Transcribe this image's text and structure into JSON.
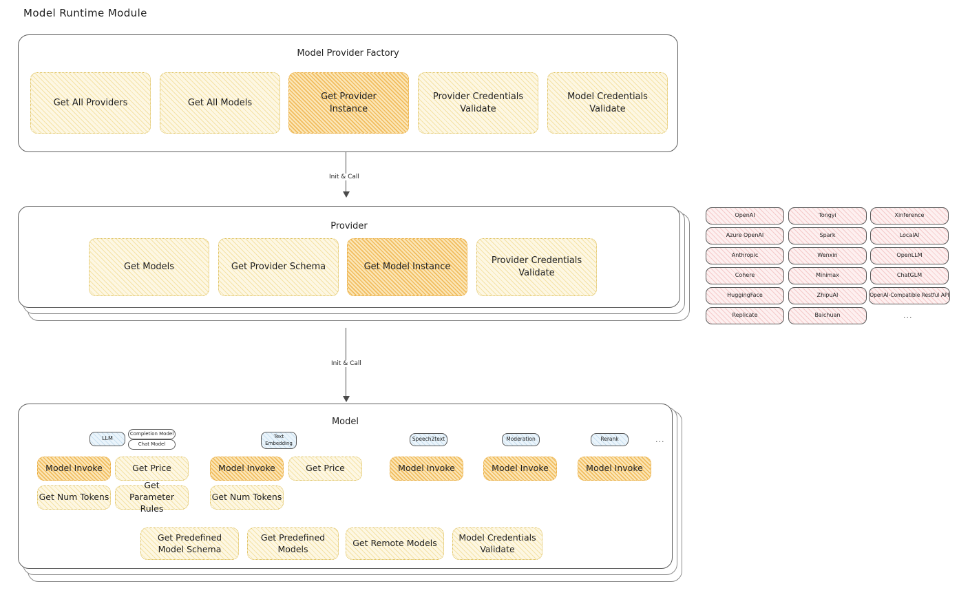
{
  "page": {
    "title": "Model Runtime Module"
  },
  "arrows": [
    {
      "label": "Init & Call"
    },
    {
      "label": "Init & Call"
    }
  ],
  "factory": {
    "title": "Model Provider Factory",
    "methods": [
      {
        "label": "Get All Providers",
        "highlight": false
      },
      {
        "label": "Get All Models",
        "highlight": false
      },
      {
        "label": "Get Provider Instance",
        "highlight": true
      },
      {
        "label": "Provider Credentials Validate",
        "highlight": false
      },
      {
        "label": "Model Credentials Validate",
        "highlight": false
      }
    ]
  },
  "provider": {
    "title": "Provider",
    "methods": [
      {
        "label": "Get Models",
        "highlight": false
      },
      {
        "label": "Get Provider Schema",
        "highlight": false
      },
      {
        "label": "Get Model Instance",
        "highlight": true
      },
      {
        "label": "Provider Credentials Validate",
        "highlight": false
      }
    ]
  },
  "provider_list": {
    "columns": [
      {
        "items": [
          "OpenAI",
          "Azure OpenAI",
          "Anthropic",
          "Cohere",
          "HuggingFace",
          "Replicate"
        ]
      },
      {
        "items": [
          "Tongyi",
          "Spark",
          "Wenxin",
          "Minimax",
          "ZhipuAI",
          "Baichuan"
        ]
      },
      {
        "items": [
          "Xinference",
          "LocalAI",
          "OpenLLM",
          "ChatGLM",
          "OpenAI-Compatible Restful API"
        ]
      }
    ],
    "more": "..."
  },
  "model": {
    "title": "Model",
    "more": "...",
    "types": [
      {
        "badge": "LLM",
        "badge_style": "blue",
        "sub_badges": [
          "Completion Model",
          "Chat Model"
        ],
        "methods": [
          {
            "label": "Model Invoke",
            "highlight": true
          },
          {
            "label": "Get Price",
            "highlight": false
          },
          {
            "label": "Get Num Tokens",
            "highlight": false
          },
          {
            "label": "Get Parameter Rules",
            "highlight": false
          }
        ]
      },
      {
        "badge": "Text Embedding",
        "badge_style": "blue",
        "sub_badges": [],
        "methods": [
          {
            "label": "Model Invoke",
            "highlight": true
          },
          {
            "label": "Get Price",
            "highlight": false
          },
          {
            "label": "Get Num Tokens",
            "highlight": false
          }
        ]
      },
      {
        "badge": "Speech2text",
        "badge_style": "blue",
        "sub_badges": [],
        "methods": [
          {
            "label": "Model Invoke",
            "highlight": true
          }
        ]
      },
      {
        "badge": "Moderation",
        "badge_style": "blue",
        "sub_badges": [],
        "methods": [
          {
            "label": "Model Invoke",
            "highlight": true
          }
        ]
      },
      {
        "badge": "Rerank",
        "badge_style": "blue",
        "sub_badges": [],
        "methods": [
          {
            "label": "Model Invoke",
            "highlight": true
          }
        ]
      }
    ],
    "common_methods": [
      {
        "label": "Get Predefined Model Schema"
      },
      {
        "label": "Get Predefined Models"
      },
      {
        "label": "Get Remote Models"
      },
      {
        "label": "Model Credentials Validate"
      }
    ]
  },
  "colors": {
    "highlight_fill": "#fbe6b7",
    "method_fill": "#fdf7e3",
    "provider_chip_fill": "#fdf0f0",
    "badge_fill": "#eaf4fb",
    "stroke": "#5c5c5c"
  }
}
